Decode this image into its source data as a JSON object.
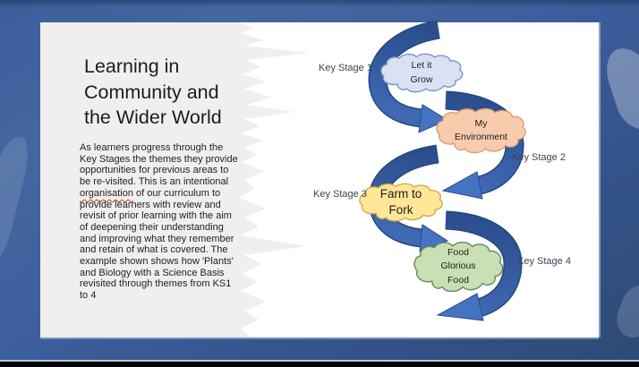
{
  "slide": {
    "title": "Learning in\nCommunity and\nthe Wider World",
    "body_part1": "As learners progress through the\nKey Stages the themes they provide\nopportunities for previous areas to\nbe re-visited. This is an intentional\n",
    "body_misspelled_word": "organisation",
    "body_part2": " of our curriculum to\nprovide learners with review and\nrevisit of prior learning with the aim\nof deepening their understanding\nand improving what they remember\nand retain of what is covered. The\nexample shown shows how 'Plants'\nand Biology with a Science Basis\nrevisited through themes from KS1\nto 4"
  },
  "diagram": {
    "stages": [
      {
        "stage_label": "Key Stage 1",
        "theme": "Let it\nGrow",
        "cloud_fill": "#D9E2F3",
        "cloud_outline": "#7B93C4"
      },
      {
        "stage_label": "Key Stage 2",
        "theme": "My\nEnvironment",
        "cloud_fill": "#F7CBAC",
        "cloud_outline": "#DD9E77"
      },
      {
        "stage_label": "Key Stage 3",
        "theme": "Farm to\nFork",
        "cloud_fill": "#FFE699",
        "cloud_outline": "#CFAC44"
      },
      {
        "stage_label": "Key Stage 4",
        "theme": "Food\nGlorious\nFood",
        "cloud_fill": "#C8E0B4",
        "cloud_outline": "#69885C"
      }
    ],
    "arrow_dark_color": "#2D5291",
    "arrow_light_color": "#4573C4"
  },
  "colors": {
    "background_blue": "#3A5C9B",
    "slide_white": "#FFFFFF",
    "panel_gray": "#F0EFEE",
    "text": "#1F1F1F",
    "spellcheck_red": "#D0342C",
    "footer_black": "#030303"
  }
}
